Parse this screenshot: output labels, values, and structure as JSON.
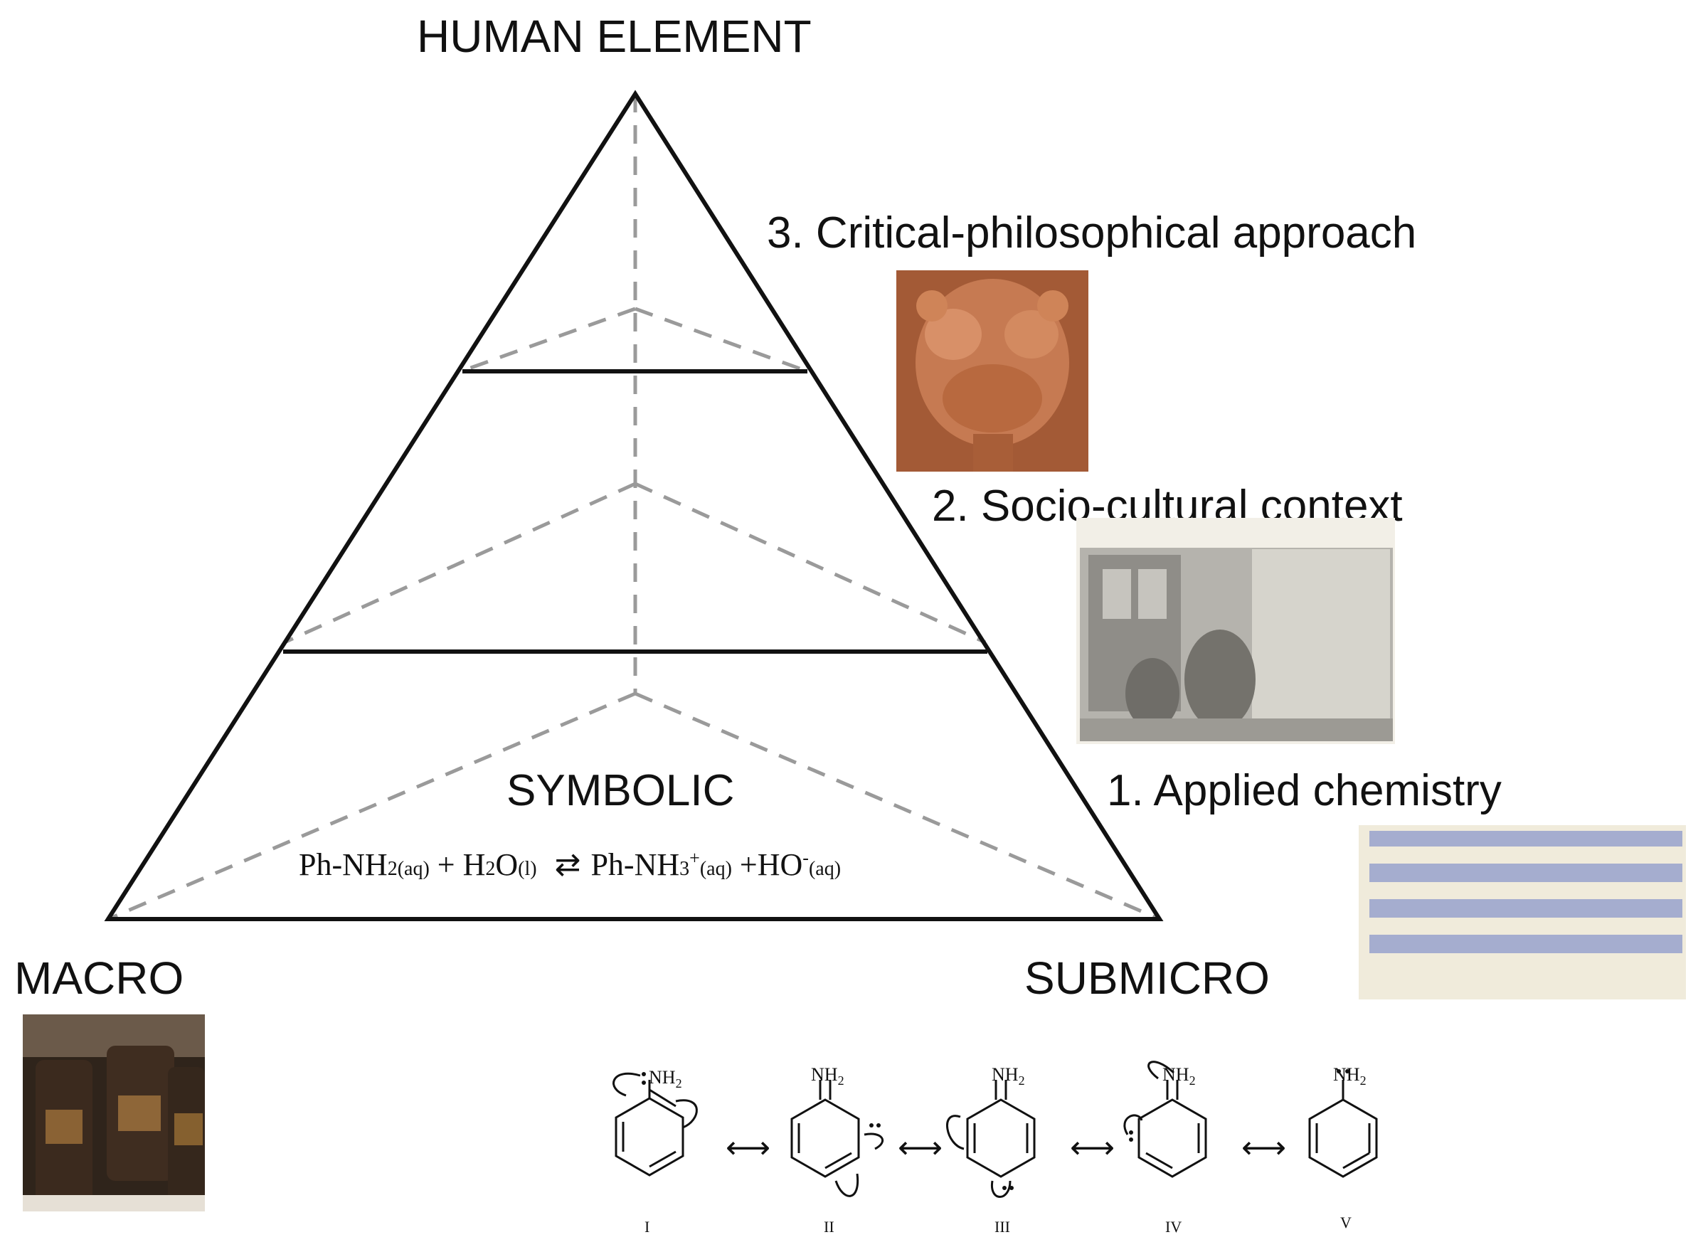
{
  "labels": {
    "apex": "HUMAN ELEMENT",
    "left": "MACRO",
    "right": "SUBMICRO",
    "center": "SYMBOLIC"
  },
  "levels": [
    {
      "label": "3. Critical-philosophical approach"
    },
    {
      "label": "2. Socio-cultural context"
    },
    {
      "label": "1. Applied chemistry"
    }
  ],
  "equation": {
    "reactant1": "Ph-NH",
    "reactant1_sub": "2(aq)",
    "plus1": " + H",
    "water_sub1": "2",
    "water_o": "O",
    "water_sub2": "(l)",
    "arrow": "⇄",
    "product1": "Ph-NH",
    "product1_sub": "3",
    "product1_sup": "+",
    "product1_state": "(aq)",
    "plus2": " +HO",
    "product2_sup": "-",
    "product2_state": "(aq)"
  },
  "resonance": {
    "structures": [
      {
        "numeral": "I",
        "group": "NH",
        "group_sub": "2"
      },
      {
        "numeral": "II",
        "group": "NH",
        "group_sub": "2"
      },
      {
        "numeral": "III",
        "group": "NH",
        "group_sub": "2"
      },
      {
        "numeral": "IV",
        "group": "NH",
        "group_sub": "2"
      },
      {
        "numeral": "V",
        "group": "NH",
        "group_sub": "2"
      }
    ],
    "arrow": "⟷"
  },
  "colors": {
    "outline": "#111111",
    "dashed": "#9a9a9a",
    "terracotta": "#b9673f",
    "stripe": "#a5adcf",
    "paper": "#f0ebdb",
    "engraving": "#9a9a95",
    "bottles": "#3a2a1d"
  }
}
